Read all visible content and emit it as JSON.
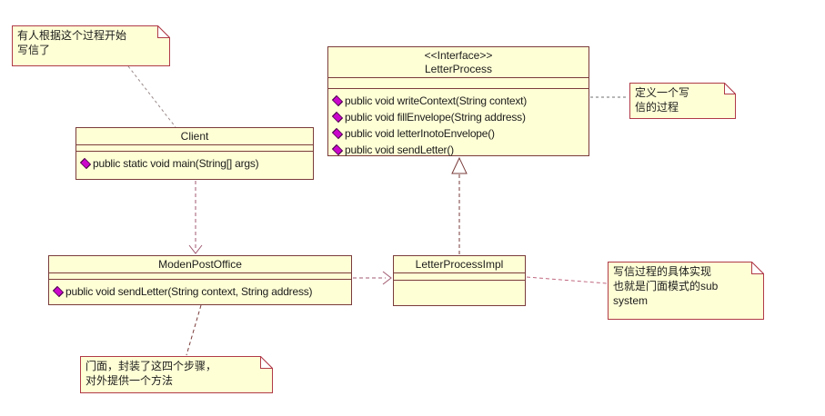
{
  "diagram": {
    "title": "Facade pattern letter-writing UML diagram",
    "colors": {
      "shape_fill": "#ffffd6",
      "class_border": "#7a3b3b",
      "note_border": "#b03a48",
      "public_icon": "#cb06cb",
      "dependency_line": "#a05a70"
    },
    "notes": {
      "start": {
        "text": "有人根据这个过程开始\n写信了"
      },
      "define": {
        "text": "定义一个写\n信的过程"
      },
      "subsystem": {
        "text": "写信过程的具体实现\n也就是门面模式的sub\nsystem"
      },
      "facade": {
        "text": "门面，封装了这四个步骤，\n对外提供一个方法"
      }
    },
    "classes": {
      "letter_process": {
        "stereotype": "<<Interface>>",
        "name": "LetterProcess",
        "methods": [
          "public void writeContext(String context)",
          "public void fillEnvelope(String address)",
          "public void letterInotoEnvelope()",
          "public void sendLetter()"
        ]
      },
      "client": {
        "name": "Client",
        "methods": [
          "public static void main(String[] args)"
        ]
      },
      "moden_post_office": {
        "name": "ModenPostOffice",
        "methods": [
          "public void sendLetter(String context, String address)"
        ]
      },
      "letter_process_impl": {
        "name": "LetterProcessImpl",
        "methods": []
      }
    }
  }
}
